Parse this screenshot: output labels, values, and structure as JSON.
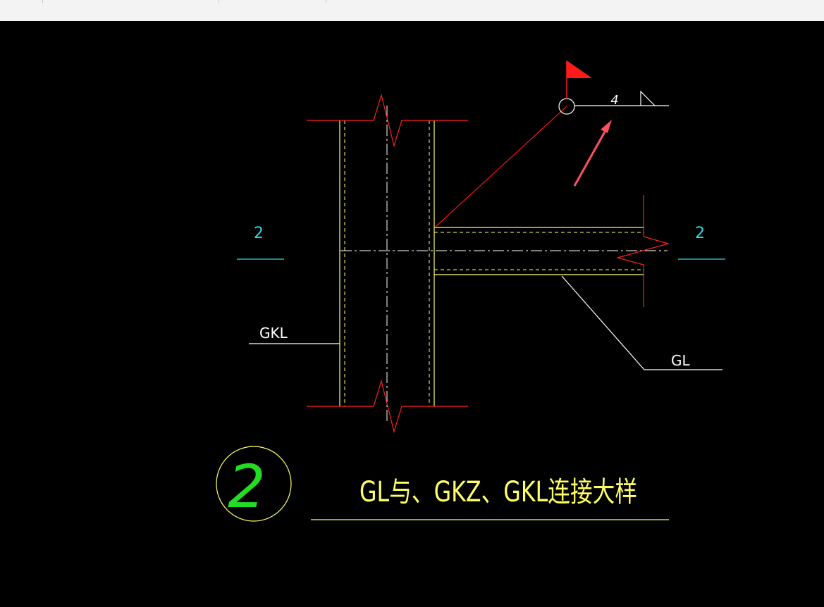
{
  "colors": {
    "background": "#000000",
    "outline": "#ffff66",
    "hidden_line": "#ffff66",
    "break_line": "#ff2020",
    "leader": "#ff1010",
    "white": "#ffffff",
    "cyan": "#33d6e6",
    "green": "#22dd22",
    "flag": "#ff1a1a",
    "arrow": "#ff5060"
  },
  "section_mark": {
    "left_label": "2",
    "right_label": "2"
  },
  "labels": {
    "gkl": "GKL",
    "gl": "GL"
  },
  "weld_symbol": {
    "size": "4"
  },
  "detail": {
    "number": "2",
    "title": "GL与、GKZ、GKL连接大样"
  }
}
